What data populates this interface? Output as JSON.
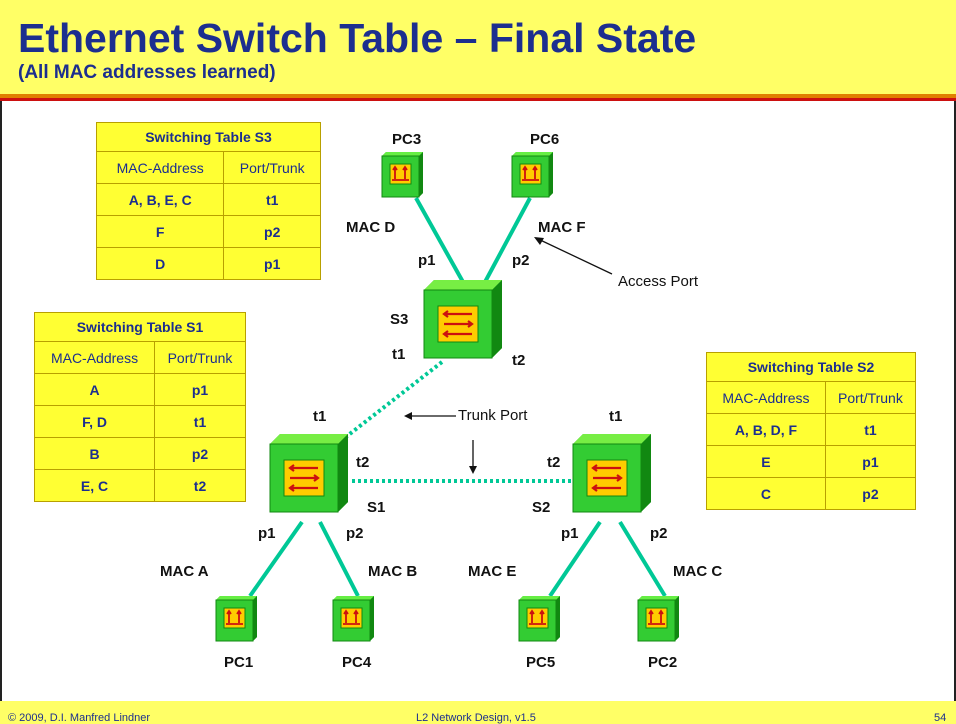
{
  "header": {
    "title": "Ethernet Switch Table – Final State",
    "subtitle": "(All MAC addresses learned)"
  },
  "footer": {
    "copyright": "© 2009, D.I. Manfred Lindner",
    "center": "L2 Network Design, v1.5",
    "page": "54"
  },
  "tables": {
    "s3": {
      "title": "Switching Table S3",
      "col_mac": "MAC-Address",
      "col_port": "Port/Trunk",
      "rows": [
        {
          "mac": "A, B, E, C",
          "port": "t1"
        },
        {
          "mac": "F",
          "port": "p2"
        },
        {
          "mac": "D",
          "port": "p1"
        }
      ]
    },
    "s1": {
      "title": "Switching Table S1",
      "col_mac": "MAC-Address",
      "col_port": "Port/Trunk",
      "rows": [
        {
          "mac": "A",
          "port": "p1"
        },
        {
          "mac": "F, D",
          "port": "t1"
        },
        {
          "mac": "B",
          "port": "p2"
        },
        {
          "mac": "E, C",
          "port": "t2"
        }
      ]
    },
    "s2": {
      "title": "Switching Table S2",
      "col_mac": "MAC-Address",
      "col_port": "Port/Trunk",
      "rows": [
        {
          "mac": "A, B, D, F",
          "port": "t1"
        },
        {
          "mac": "E",
          "port": "p1"
        },
        {
          "mac": "C",
          "port": "p2"
        }
      ]
    }
  },
  "diagram": {
    "pcs": {
      "pc1": "PC1",
      "pc2": "PC2",
      "pc3": "PC3",
      "pc4": "PC4",
      "pc5": "PC5",
      "pc6": "PC6"
    },
    "switches": {
      "s1": "S1",
      "s2": "S2",
      "s3": "S3"
    },
    "macs": {
      "a": "MAC A",
      "b": "MAC B",
      "c": "MAC C",
      "d": "MAC D",
      "e": "MAC E",
      "f": "MAC F"
    },
    "ports": {
      "p1": "p1",
      "p2": "p2",
      "t1": "t1",
      "t2": "t2"
    },
    "annotations": {
      "access_port": "Access Port",
      "trunk_port": "Trunk Port"
    },
    "icons": {
      "pc": "pc-icon",
      "switch": "switch-icon"
    },
    "colors": {
      "device_green": "#33cc33",
      "link": "#00c896",
      "switch_arrow": "#cc1010",
      "title_blue": "#1c2e8f",
      "table_yellow": "#ffff33"
    }
  }
}
